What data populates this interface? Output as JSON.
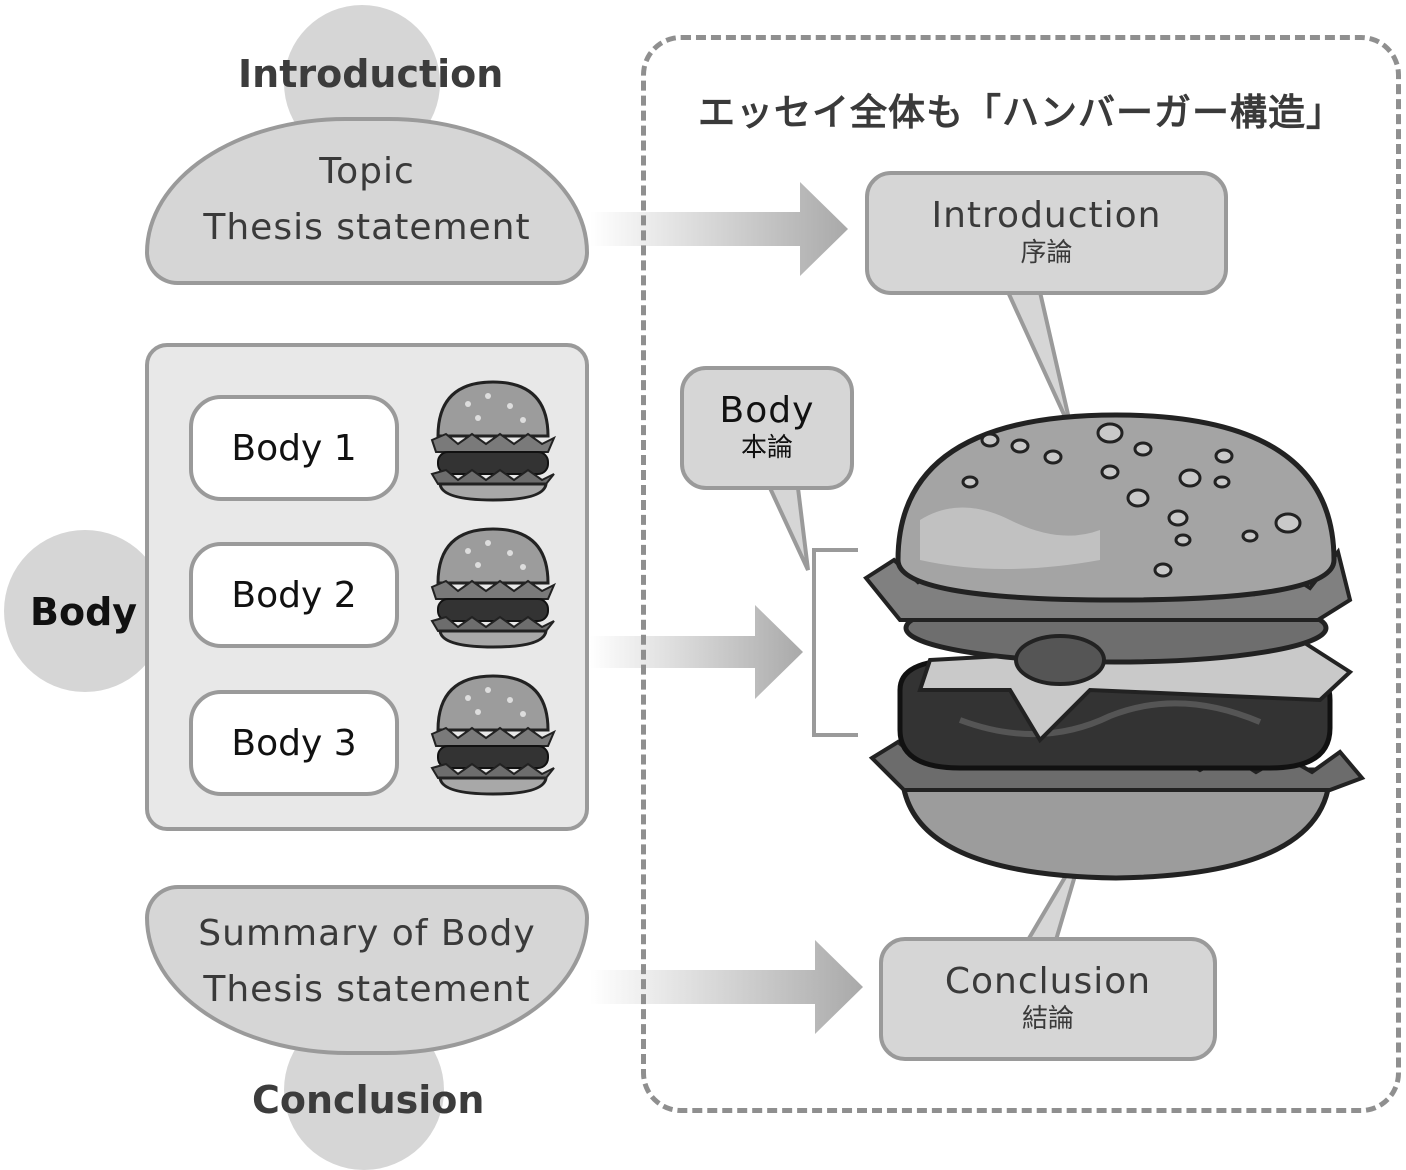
{
  "left": {
    "introduction_label": "Introduction",
    "intro_line1": "Topic",
    "intro_line2": "Thesis statement",
    "body_label": "Body",
    "body_items": [
      "Body 1",
      "Body 2",
      "Body 3"
    ],
    "conclusion_line1": "Summary of Body",
    "conclusion_line2": "Thesis statement",
    "conclusion_label": "Conclusion"
  },
  "right": {
    "title": "エッセイ全体も「ハンバーガー構造」",
    "intro_en": "Introduction",
    "intro_jp": "序論",
    "body_en": "Body",
    "body_jp": "本論",
    "conclusion_en": "Conclusion",
    "conclusion_jp": "結論"
  },
  "colors": {
    "fill_gray": "#d6d6d6",
    "border_gray": "#9a9a9a",
    "panel_gray": "#e8e8e8"
  }
}
